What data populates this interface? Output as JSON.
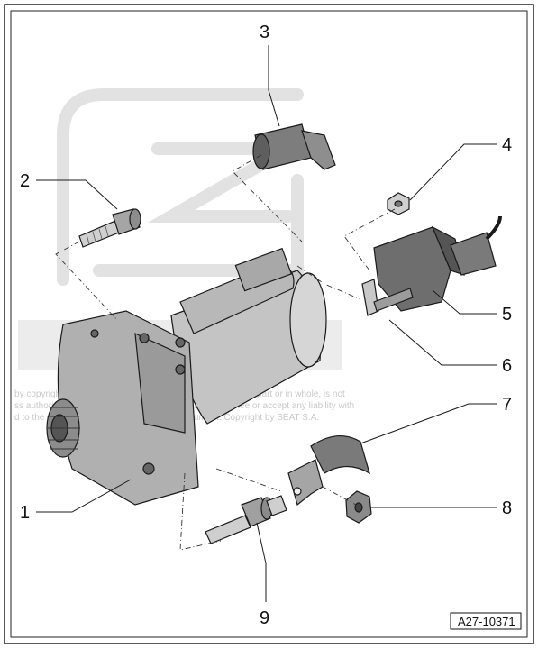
{
  "diagram": {
    "reference_code": "A27-10371",
    "callouts": [
      "1",
      "2",
      "3",
      "4",
      "5",
      "6",
      "7",
      "8",
      "9"
    ],
    "watermark_lines": [
      "by copyright. Copying for private or commercial purposes, in part or in whole, is not",
      "ss authorised by SEAT S.A. SEAT S.A. does not guarantee or accept any liability with",
      "d to the correctness of information in this document. Copyright by SEAT S.A."
    ],
    "colors": {
      "line": "#1a1a1a",
      "part_fill": "#bdbdbd",
      "part_dark": "#6f6f6f",
      "watermark": "#e4e4e4"
    }
  }
}
